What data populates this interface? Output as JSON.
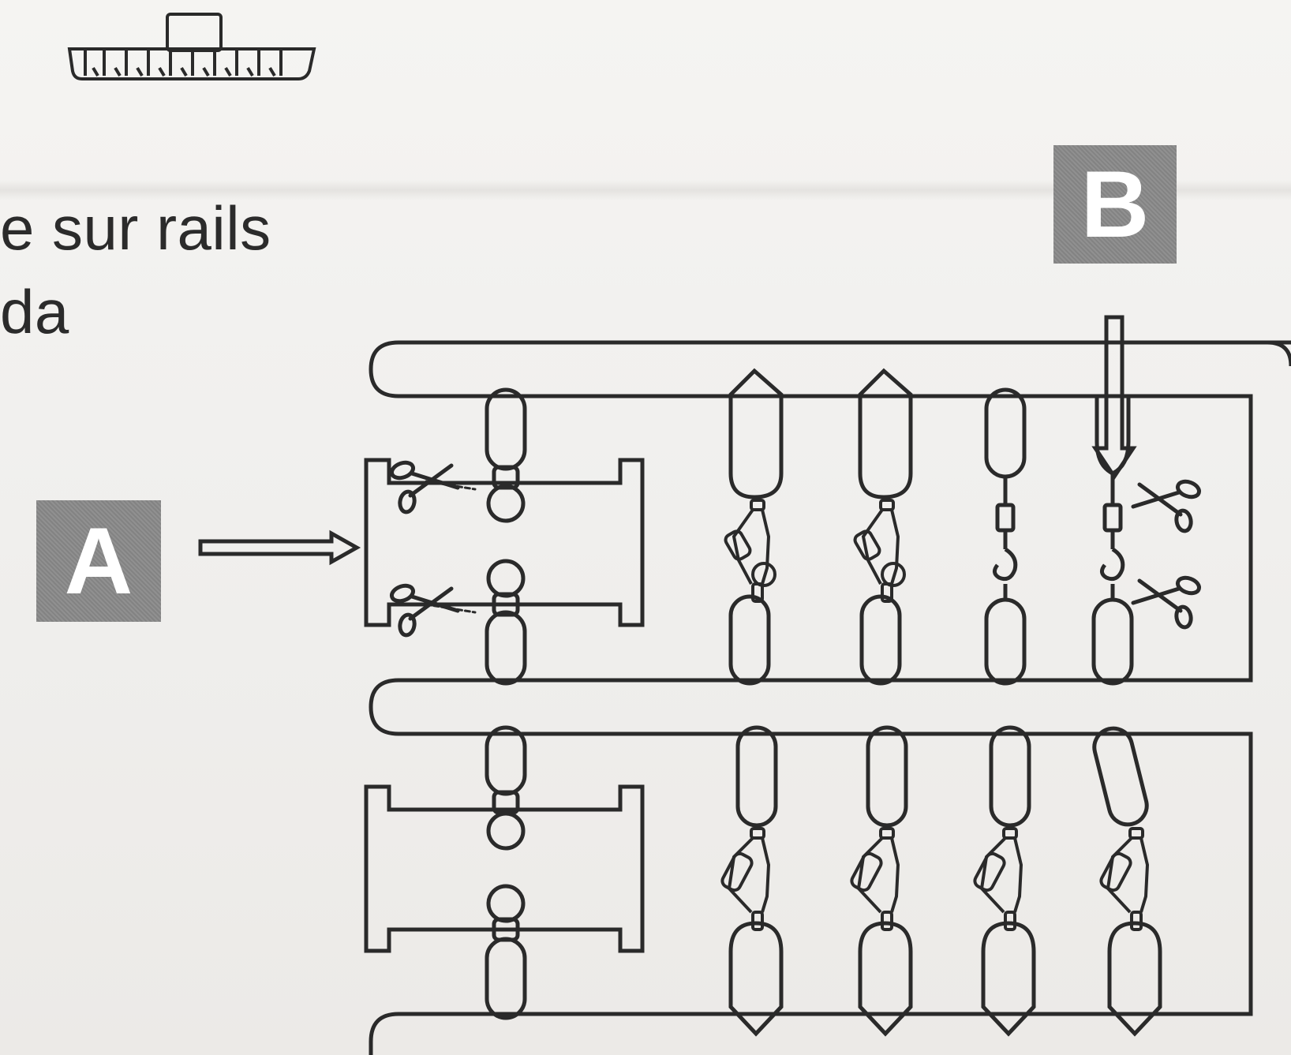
{
  "text": {
    "title_line_1": "e sur rails",
    "title_line_2": "da",
    "top_left_glyph": "e"
  },
  "labels": {
    "a": "A",
    "b": "B"
  },
  "colors": {
    "line": "#2a2a2a",
    "label_box": "#8a8a8a",
    "background": "#f1f0ee"
  },
  "icons": [
    "scissors-icon",
    "arrow-right-icon",
    "arrow-down-icon",
    "hook-icon",
    "carabiner-icon",
    "trolley-icon"
  ]
}
